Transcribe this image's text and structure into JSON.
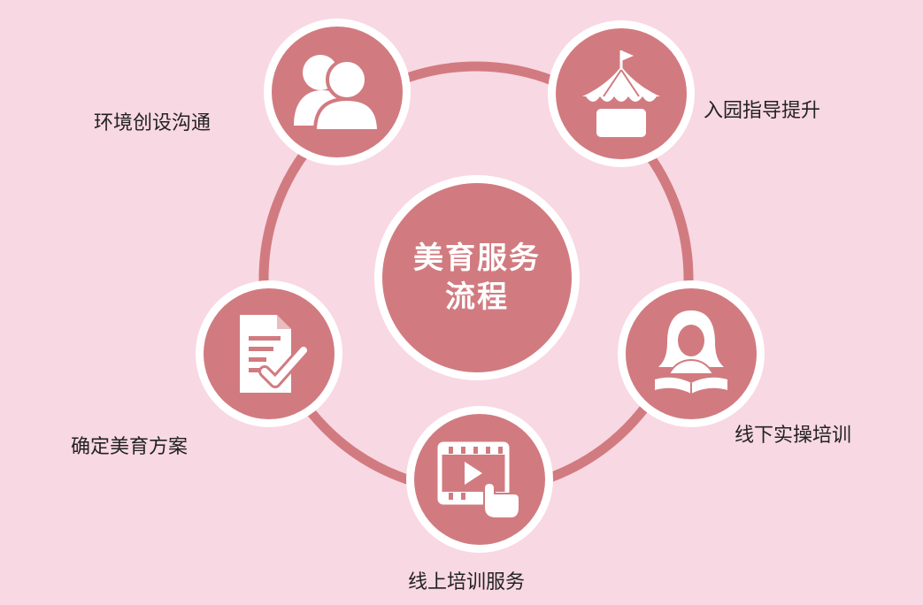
{
  "center": {
    "line1": "美育服务",
    "line2": "流程"
  },
  "steps": [
    {
      "label": "环境创设沟通",
      "icon": "people-icon"
    },
    {
      "label": "入园指导提升",
      "icon": "carousel-tent-icon"
    },
    {
      "label": "线下实操培训",
      "icon": "teacher-reading-icon"
    },
    {
      "label": "线上培训服务",
      "icon": "video-play-click-icon"
    },
    {
      "label": "确定美育方案",
      "icon": "document-check-icon"
    }
  ],
  "colors": {
    "background": "#f8d8e3",
    "accent": "#d17b80",
    "ring": "#d17b80",
    "text": "#222222"
  }
}
